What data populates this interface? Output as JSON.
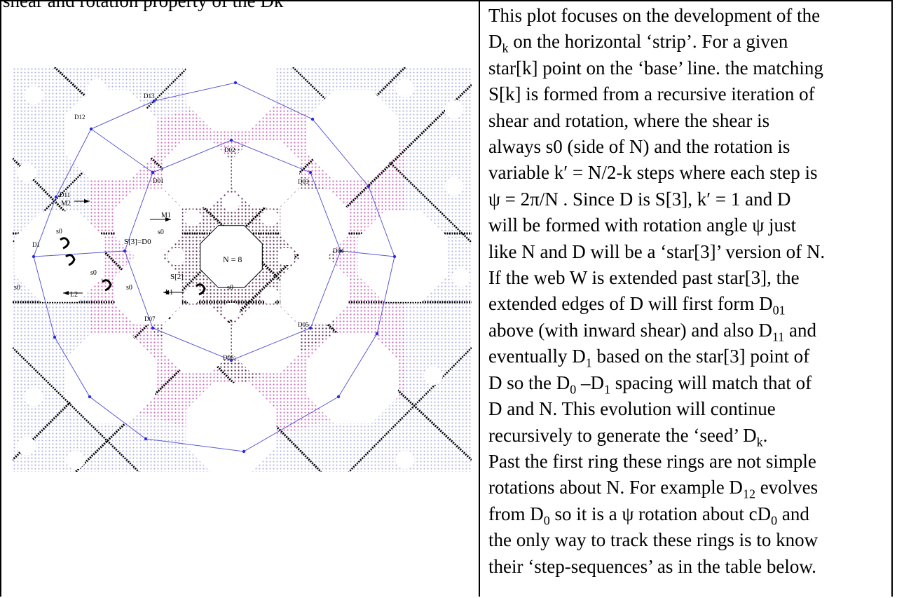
{
  "top_caption": "shear and rotation property of the Dk",
  "figure": {
    "center_label": "N = 8",
    "tile_labels": [
      "D13",
      "D12",
      "D02",
      "D01",
      "D03",
      "D11",
      "D04",
      "D1",
      "D05",
      "D07",
      "D06",
      "S[3]=D0",
      "S[2]"
    ],
    "arrow_labels": [
      "M2",
      "M1",
      "L2",
      "L1"
    ],
    "shear_label": "s0"
  },
  "paragraph": [
    [
      "This plot focuses on the development of the "
    ],
    [
      "D",
      {
        "sub": "k"
      },
      " on the horizontal ‘strip’. For a given"
    ],
    [
      "star[k] point on the ‘base’ line. the matching"
    ],
    [
      "S[k] is formed from a recursive iteration of"
    ],
    [
      "shear and rotation, where the shear is"
    ],
    [
      "always s0 (side of N) and the rotation is"
    ],
    [
      "variable k′ = N/2-k steps where each step is"
    ],
    [
      "ψ = 2π/N . Since D is S[3], k′  = 1 and D"
    ],
    [
      "will be formed with rotation angle ψ just"
    ],
    [
      "like N and D will be a ‘star[3]’ version of N."
    ],
    [
      "If the web W is extended past star[3], the"
    ],
    [
      "extended edges of D will first form D",
      {
        "sub": "01"
      }
    ],
    [
      "above (with inward shear) and also D",
      {
        "sub": "11"
      },
      " and"
    ],
    [
      "eventually D",
      {
        "sub": "1"
      },
      " based on the star[3] point of"
    ],
    [
      "D so the D",
      {
        "sub": "0"
      },
      " –D",
      {
        "sub": "1"
      },
      " spacing will match that of"
    ],
    [
      "D and N. This evolution will continue"
    ],
    [
      "recursively to generate the ‘seed’ D",
      {
        "sub": "k"
      },
      "."
    ],
    [
      "Past the first ring these rings are not simple"
    ],
    [
      "rotations about N. For example D",
      {
        "sub": "12"
      },
      " evolves"
    ],
    [
      "from D",
      {
        "sub": "0"
      },
      " so it is a ψ rotation about cD",
      {
        "sub": "0"
      },
      "  and"
    ],
    [
      "the only way to track these rings is to know"
    ],
    [
      "their ‘step-sequences’ as in the table below."
    ]
  ]
}
